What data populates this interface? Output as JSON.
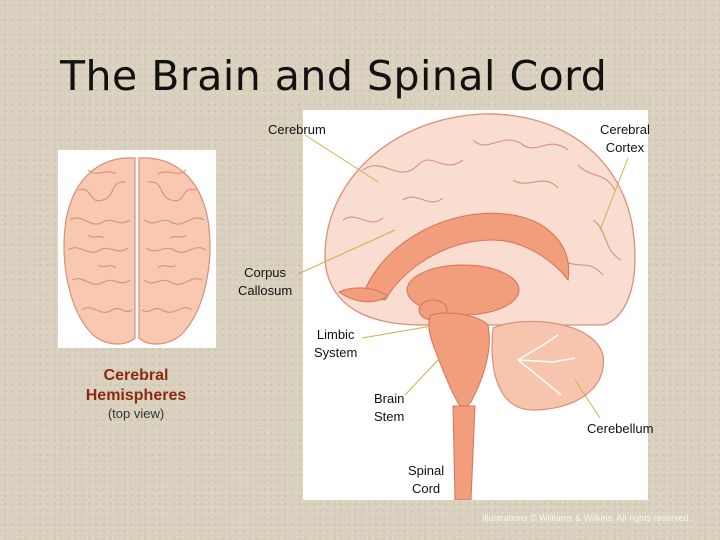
{
  "title": "The Brain and Spinal Cord",
  "labels": {
    "cerebrum": "Cerebrum",
    "cerebral_cortex": [
      "Cerebral",
      "Cortex"
    ],
    "corpus_callosum": [
      "Corpus",
      "Callosum"
    ],
    "limbic_system": [
      "Limbic",
      "System"
    ],
    "brain_stem": [
      "Brain",
      "Stem"
    ],
    "cerebellum": "Cerebellum",
    "spinal_cord": [
      "Spinal",
      "Cord"
    ]
  },
  "top_view": {
    "title": [
      "Cerebral",
      "Hemispheres"
    ],
    "subtitle": "(top view)"
  },
  "credit": "Illustrations © Williams & Wilkins. All rights reserved.",
  "colors": {
    "brain_fill": "#f8c8b0",
    "sulci": "#d8907a",
    "structure": "#f29d7b",
    "cerebellum": "#f7c5ad",
    "leader_line": "#c9b24a",
    "hemispheres_label": "#8b2a10"
  }
}
